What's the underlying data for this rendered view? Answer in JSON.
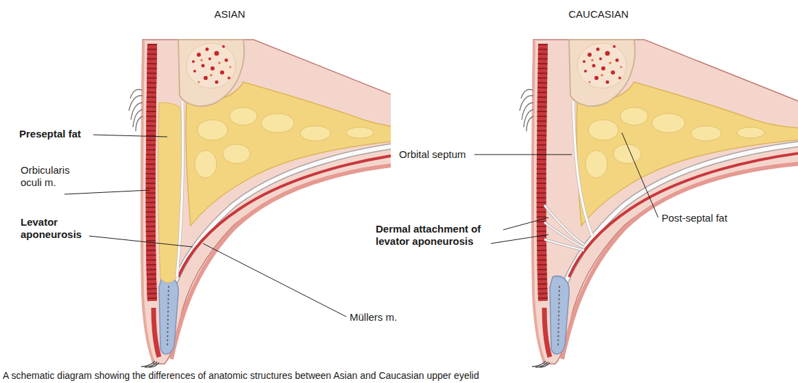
{
  "diagram": {
    "caption": "A schematic diagram showing the differences of anatomic structures between Asian and Caucasian upper eyelid",
    "labels": [
      "ASIAN",
      "CAUCASIAN",
      "Preseptal fat",
      "Orbicularis oculi m.",
      "Levator aponeurosis",
      "Müllers m.",
      "Orbital septum",
      "Post-septal fat",
      "Dermal attachment of levator aponeurosis"
    ]
  }
}
